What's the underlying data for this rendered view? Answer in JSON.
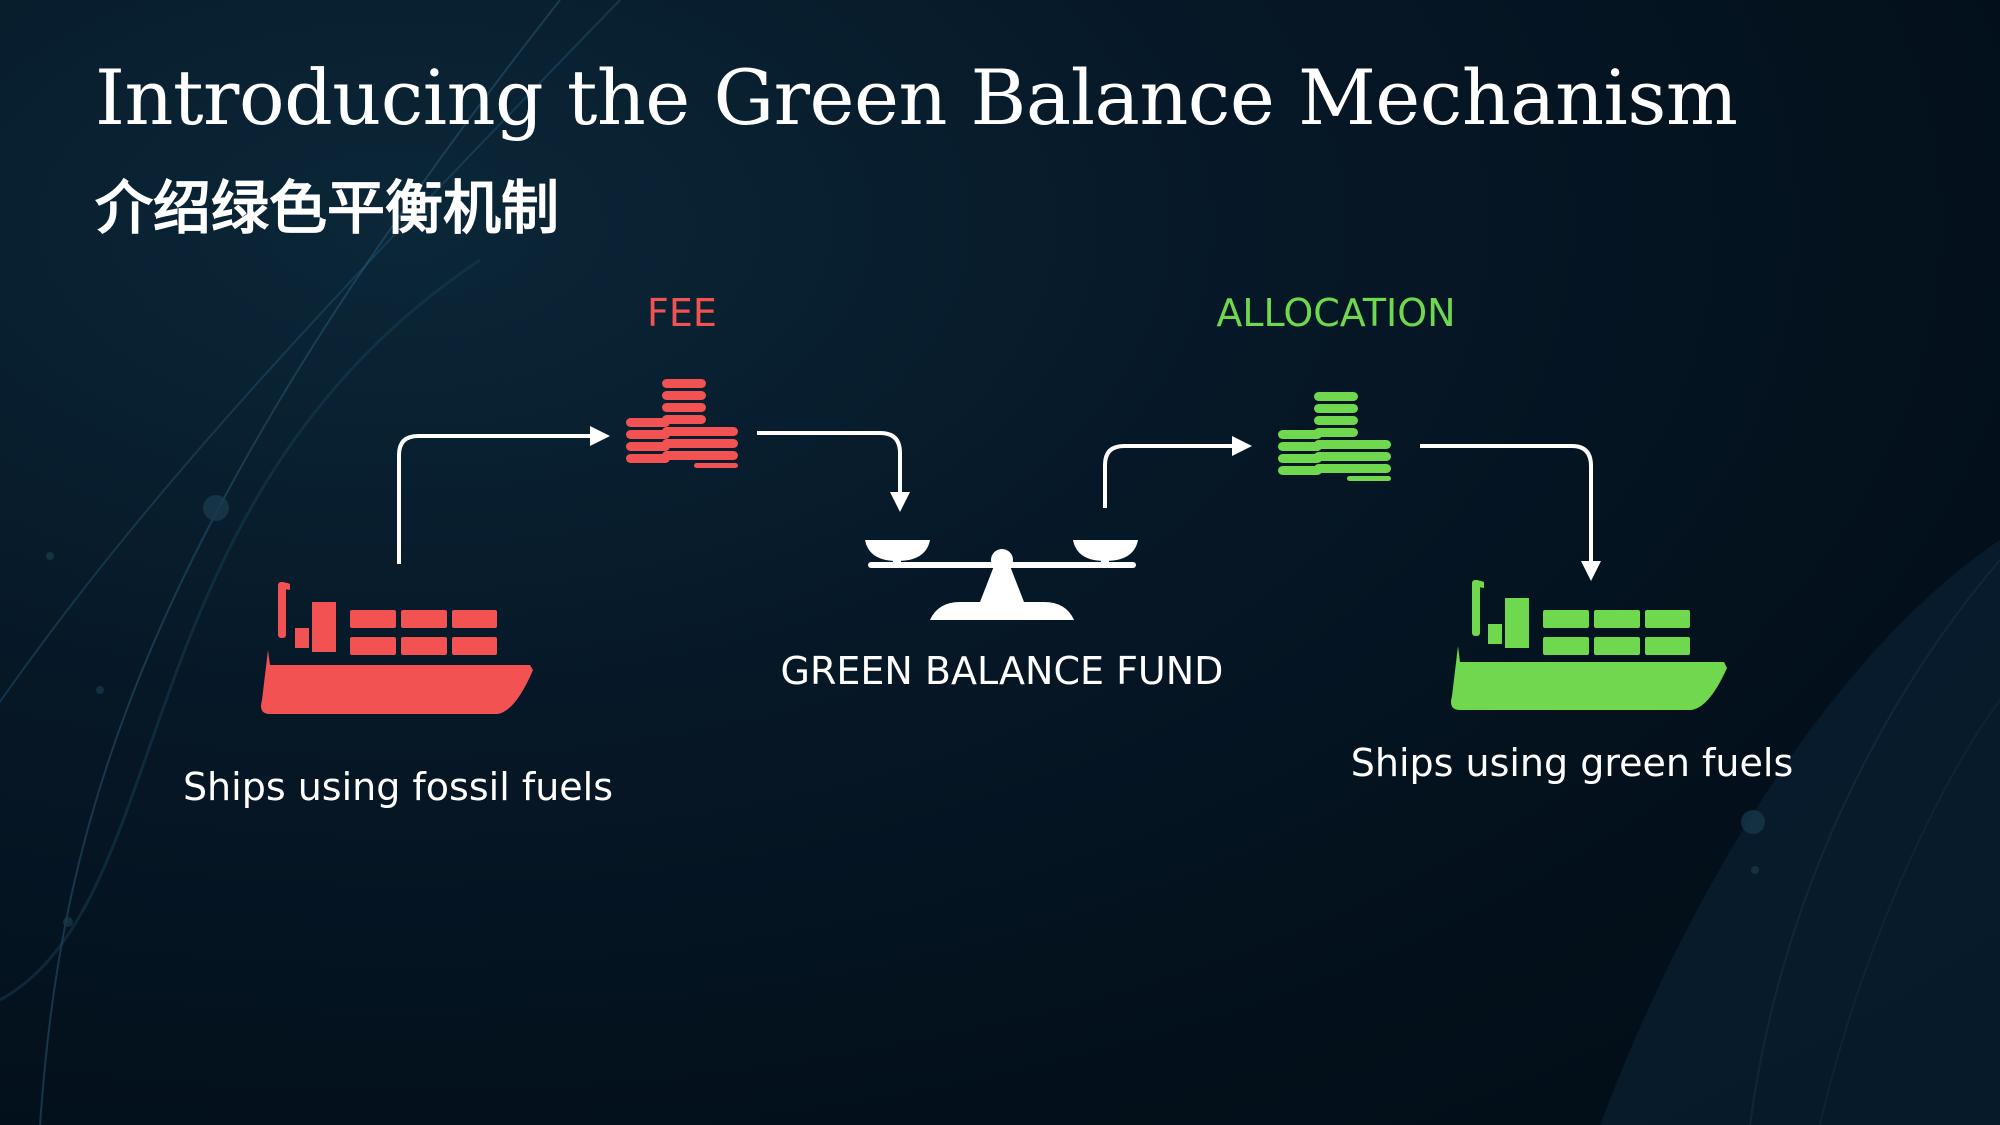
{
  "title": "Introducing the Green Balance Mechanism",
  "subtitle": "介绍绿色平衡机制",
  "diagram": {
    "fee_label": "FEE",
    "allocation_label": "ALLOCATION",
    "fund_label": "GREEN BALANCE FUND",
    "fossil_ships_label": "Ships using fossil fuels",
    "green_ships_label": "Ships using green fuels"
  },
  "colors": {
    "fee": "#f25252",
    "allocation": "#6fd84f",
    "fund": "#ffffff",
    "background": "#03111c"
  },
  "icons": {
    "fossil_ship": "cargo-ship-icon",
    "fee_coins": "coin-stack-icon",
    "fund": "balance-scale-icon",
    "allocation_coins": "coin-stack-icon",
    "green_ship": "cargo-ship-icon"
  }
}
